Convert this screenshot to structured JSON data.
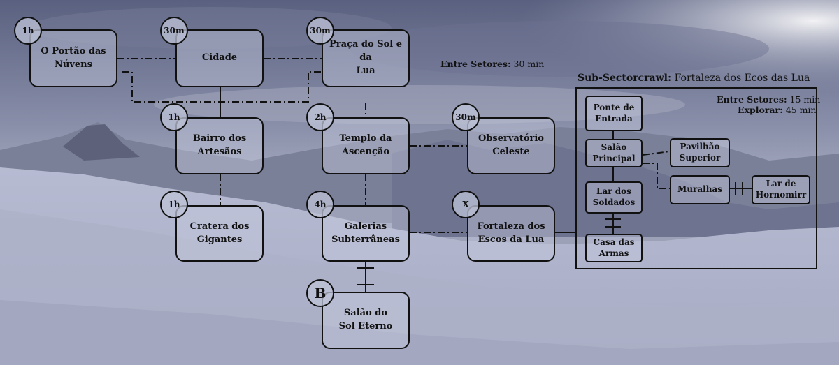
{
  "colors": {
    "sky": "#5e6582",
    "cloud": "#9aa0b6",
    "mountain": "#7a7f9a",
    "snow": "#b9bdd3",
    "line": "#111111"
  },
  "nodes": {
    "portao": "O Portão das\nNúvens",
    "cidade": "Cidade",
    "praca": "Praça do Sol e da\nLua",
    "bairro": "Bairro dos\nArtesãos",
    "templo": "Templo da\nAscenção",
    "observatorio": "Observatório\nCeleste",
    "cratera": "Cratera dos\nGigantes",
    "galerias": "Galerias\nSubterrâneas",
    "fortaleza": "Fortaleza dos\nEscos da Lua",
    "salao_sol": "Salão do\nSol Eterno"
  },
  "badges": {
    "portao": "1h",
    "cidade": "30m",
    "praca": "30m",
    "bairro": "1h",
    "templo": "2h",
    "observatorio": "30m",
    "cratera": "1h",
    "galerias": "4h",
    "fortaleza": "X",
    "salao_sol": "B"
  },
  "between_sectors": {
    "label": "Entre Setores:",
    "value": "30 min"
  },
  "subcrawl": {
    "title_label": "Sub-Sectorcrawl:",
    "title_value": "Fortaleza dos Ecos das Lua",
    "between_label": "Entre Setores:",
    "between_value": "15 min",
    "explore_label": "Explorar:",
    "explore_value": "45 min",
    "nodes": {
      "ponte": "Ponte de\nEntrada",
      "salao_principal": "Salão\nPrincipal",
      "pavilhao": "Pavilhão\nSuperior",
      "lar_soldados": "Lar dos\nSoldados",
      "muralhas": "Muralhas",
      "lar_hornomirr": "Lar de\nHornomirr",
      "casa_armas": "Casa das\nArmas"
    }
  }
}
